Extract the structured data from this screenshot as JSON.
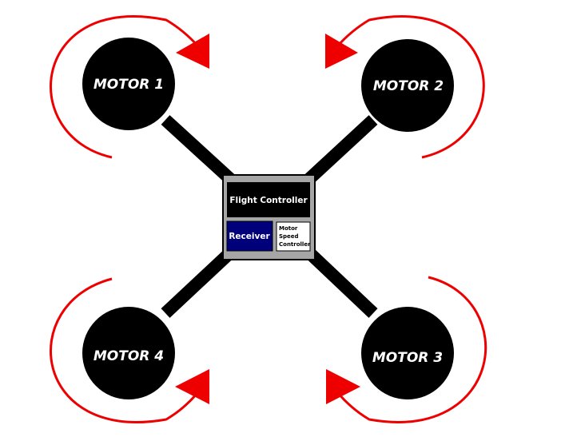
{
  "colors": {
    "arrow": "#ee0000",
    "frame": "#000000",
    "hub": "#a6a6a6",
    "receiver": "#00007a",
    "esc_bg": "#ffffff"
  },
  "motors": [
    {
      "label": "MOTOR 1",
      "rotation": "clockwise"
    },
    {
      "label": "MOTOR 2",
      "rotation": "counter-clockwise"
    },
    {
      "label": "MOTOR 3",
      "rotation": "clockwise"
    },
    {
      "label": "MOTOR 4",
      "rotation": "counter-clockwise"
    }
  ],
  "hub": {
    "flight_controller": "Flight Controller",
    "receiver": "Receiver",
    "esc_lines": [
      "Motor",
      "Speed",
      "Controller"
    ]
  }
}
